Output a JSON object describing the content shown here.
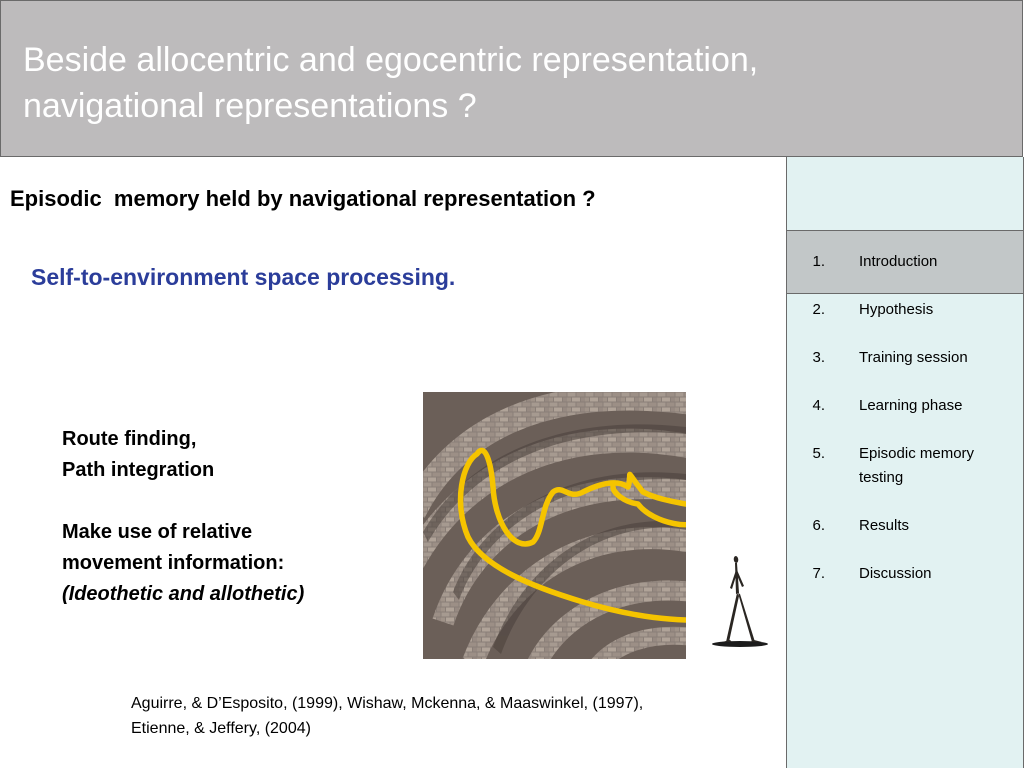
{
  "title": {
    "line1": "Beside allocentric and egocentric representation,",
    "line2": "navigational representations ?"
  },
  "heading": "Episodic  memory held by navigational representation ?",
  "subheading": "Self-to-environment space processing.",
  "body": {
    "line1": "Route finding,",
    "line2": "Path integration",
    "line3": "Make use of relative",
    "line4": "movement information:",
    "line5": "(Ideothetic and allothetic)"
  },
  "citation": {
    "line1": "Aguirre, & D’Esposito, (1999), Wishaw, Mckenna, & Maaswinkel, (1997),",
    "line2": "Etienne, & Jeffery, (2004)"
  },
  "toc": [
    {
      "num": "1.",
      "label": "Introduction"
    },
    {
      "num": "2.",
      "label": "Hypothesis"
    },
    {
      "num": "3.",
      "label": "Training session"
    },
    {
      "num": "4.",
      "label": "Learning phase"
    },
    {
      "num": "5.",
      "label": "Episodic memory testing"
    },
    {
      "num": "6.",
      "label": "Results"
    },
    {
      "num": "7.",
      "label": "Discussion"
    }
  ],
  "colors": {
    "title_bg": "#bdbbbc",
    "sidebar_bg": "#e2f2f2",
    "active_item_bg": "#c2c7c8",
    "subheading": "#2b3d9a",
    "path": "#f5c400"
  },
  "icons": {
    "maze": "maze-image",
    "walker": "walking-figure-sculpture"
  }
}
